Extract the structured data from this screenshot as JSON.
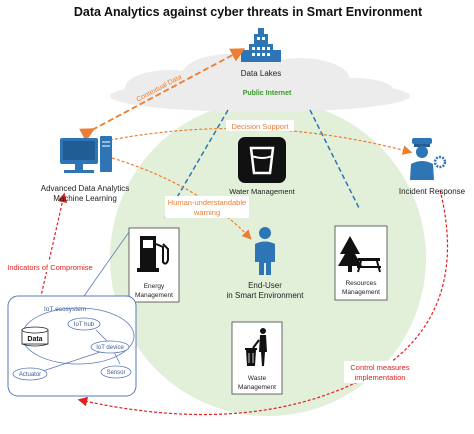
{
  "title": "Data Analytics against cyber threats in Smart Environment",
  "cloud": {
    "label": "Data Lakes",
    "sublabel": "Public Internet"
  },
  "flows": {
    "contextual_data": "Contextual Data",
    "decision_support": "Decision Support",
    "human_warning_line1": "Human-understandable",
    "human_warning_line2": "warning",
    "indicators": "Indicators of Compromise",
    "control_line1": "Control measures",
    "control_line2": "implementation"
  },
  "nodes": {
    "analytics_line1": "Advanced Data Analytics",
    "analytics_line2": "Machine Learning",
    "incident": "Incident Response",
    "water": "Water Management",
    "energy_line1": "Energy",
    "energy_line2": "Management",
    "enduser_line1": "End-User",
    "enduser_line2": "in Smart Environment",
    "resources_line1": "Resources",
    "resources_line2": "Management",
    "waste_line1": "Waste",
    "waste_line2": "Management"
  },
  "iot": {
    "title": "IoT ecosystem",
    "data": "Data",
    "hub": "IoT hub",
    "device": "IoT device",
    "actuator": "Actuator",
    "sensor": "Sensor"
  },
  "colors": {
    "orange": "#ed7d31",
    "red": "#e02020",
    "blue": "#2e75b6",
    "green_circle": "#e2efd9",
    "green_text": "#3a9a2a",
    "cloud": "#ececec",
    "iot_line": "#5b79b5"
  }
}
